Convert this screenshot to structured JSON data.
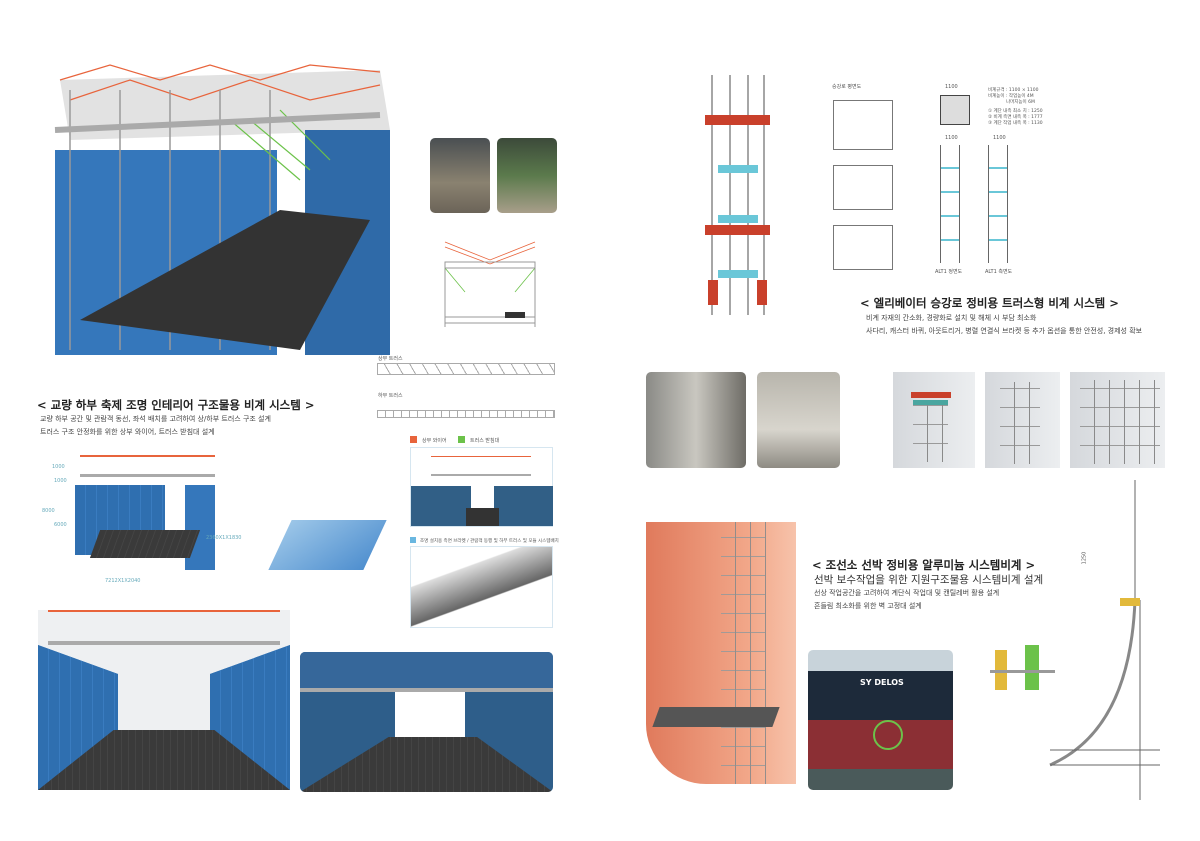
{
  "left": {
    "section_title": "< 교량 하부 축제 조명 인테리어 구조물용 비계 시스템 >",
    "desc_lines": [
      "교량 하부 공간 및 관람객 동선, 좌석 배치를 고려하여 상/하부 트러스 구조 설계",
      "트러스 구조 안정화를 위한 상부 와이어, 트러스 받침대 설계"
    ],
    "truss_labels": {
      "upper": "상부 트러스",
      "lower": "하부 트러스"
    },
    "legend": [
      {
        "label": "상부 와이어",
        "color": "#e8643c"
      },
      {
        "label": "트러스 받침대",
        "color": "#6cc24a"
      }
    ],
    "caption": "조명 설치용 측면 브라켓 / 관람객 동행 및 하부 트러스 및 모듈 시스템배치",
    "dimensions": {
      "h1": "1000",
      "h2": "1000",
      "total": "8000",
      "h3": "6000",
      "depth": "2360X1X1830",
      "width": "7212X1X2040"
    }
  },
  "right": {
    "elevator": {
      "section_title": "< 엘리베이터 승강로 정비용 트러스형 비계 시스템 >",
      "desc_lines": [
        "비계 자재의 간소화, 경량화로 설치 및 해체 시 부담 최소화",
        "사다리, 캐스터 바퀴, 아웃트리거, 병렬 연결식 브라켓 등 추가 옵션을 통한 안전성, 경제성 확보"
      ],
      "drawing_title": "승강로 평면도",
      "spec_lines": [
        "비계규격 : 1100 × 1100",
        "비계높이 : 작업높이 4M",
        "나머지높이 6M",
        "① 계단 내측 최소 치 : 1250",
        "② 비계 측면 내측 폭 : 1777",
        "③ 계단 작업 내측 폭 : 1130"
      ],
      "dim_labels": [
        "1100",
        "1100",
        "1100"
      ],
      "view_labels": [
        "ALT1 정면도",
        "ALT1 측면도"
      ]
    },
    "ship": {
      "section_title": "< 조선소 선박 정비용 알루미늄 시스템비계 >",
      "subtitle": "선박 보수작업을 위한 지원구조물용 시스템비계 설계",
      "desc_lines": [
        "선상 작업공간을 고려하여 계단식 작업대 및 캔틸레버 활용 설계",
        "흔들림 최소화를 위한 벽 고정대 설계"
      ],
      "ship_name": "SY DELOS",
      "dim_label": "1250"
    }
  }
}
